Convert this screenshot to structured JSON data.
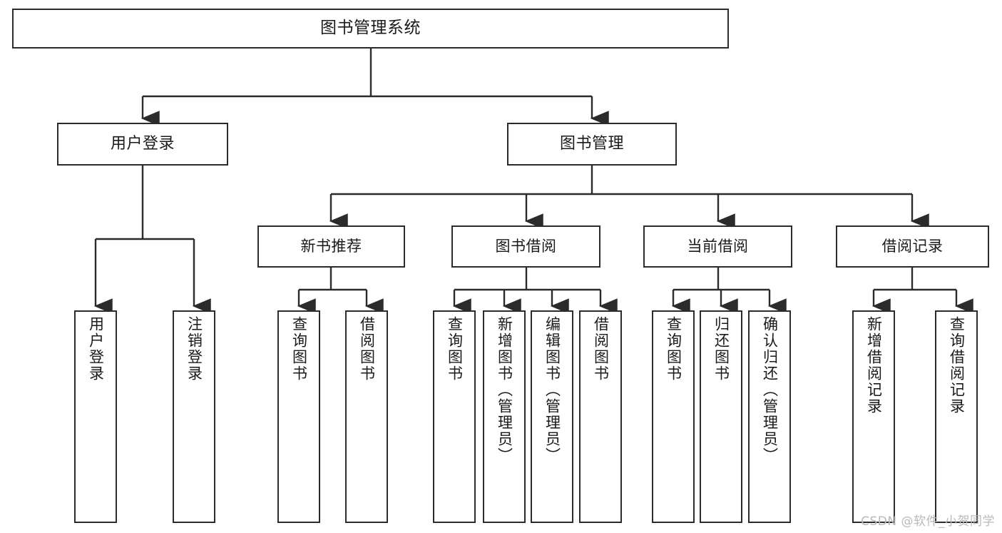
{
  "diagram": {
    "title": "图书管理系统",
    "type": "tree",
    "orientation": "top-down",
    "colors": {
      "node_border": "#2b2b2b",
      "node_fill": "#ffffff",
      "edge": "#2b2b2b",
      "text": "#1a1a1a",
      "watermark": "#b9b9b9",
      "background": "#ffffff"
    }
  },
  "nodes": {
    "root": {
      "label": "图书管理系统"
    },
    "level2": [
      {
        "id": "user-login",
        "label": "用户登录"
      },
      {
        "id": "book-manage",
        "label": "图书管理"
      }
    ],
    "level3": [
      {
        "id": "new-book-rec",
        "label": "新书推荐"
      },
      {
        "id": "book-borrow",
        "label": "图书借阅"
      },
      {
        "id": "current-borrow",
        "label": "当前借阅"
      },
      {
        "id": "borrow-record",
        "label": "借阅记录"
      }
    ],
    "leaves": {
      "user_login": [
        {
          "id": "leaf-user-login",
          "label": "用户登录"
        },
        {
          "id": "leaf-logout",
          "label": "注销登录"
        }
      ],
      "new_book_rec": [
        {
          "id": "leaf-query-book-1",
          "label": "查询图书"
        },
        {
          "id": "leaf-borrow-book-1",
          "label": "借阅图书"
        }
      ],
      "book_borrow": [
        {
          "id": "leaf-query-book-2",
          "label": "查询图书"
        },
        {
          "id": "leaf-add-book",
          "label": "新增图书（管理员）"
        },
        {
          "id": "leaf-edit-book",
          "label": "编辑图书（管理员）"
        },
        {
          "id": "leaf-borrow-book-2",
          "label": "借阅图书"
        }
      ],
      "current_borrow": [
        {
          "id": "leaf-query-book-3",
          "label": "查询图书"
        },
        {
          "id": "leaf-return-book",
          "label": "归还图书"
        },
        {
          "id": "leaf-confirm-return",
          "label": "确认归还（管理员）"
        }
      ],
      "borrow_record": [
        {
          "id": "leaf-add-record",
          "label": "新增借阅记录"
        },
        {
          "id": "leaf-query-record",
          "label": "查询借阅记录"
        }
      ]
    }
  },
  "watermark": {
    "text": "CSDN @软件_小贺同学"
  }
}
